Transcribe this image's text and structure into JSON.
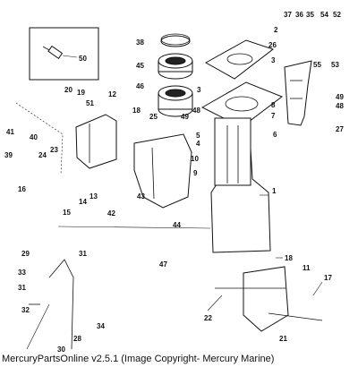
{
  "footer": {
    "text": "MercuryPartsOnline v2.5.1 (Image Copyright- Mercury Marine)"
  },
  "callouts": [
    "1",
    "2",
    "3",
    "3",
    "4",
    "5",
    "6",
    "7",
    "8",
    "9",
    "10",
    "11",
    "12",
    "13",
    "14",
    "15",
    "16",
    "17",
    "18",
    "18",
    "19",
    "20",
    "21",
    "22",
    "23",
    "24",
    "25",
    "26",
    "27",
    "28",
    "29",
    "30",
    "31",
    "31",
    "32",
    "33",
    "34",
    "35",
    "36",
    "37",
    "38",
    "39",
    "40",
    "41",
    "42",
    "43",
    "44",
    "45",
    "46",
    "47",
    "48",
    "48",
    "49",
    "49",
    "50",
    "51",
    "52",
    "53",
    "54",
    "55"
  ]
}
